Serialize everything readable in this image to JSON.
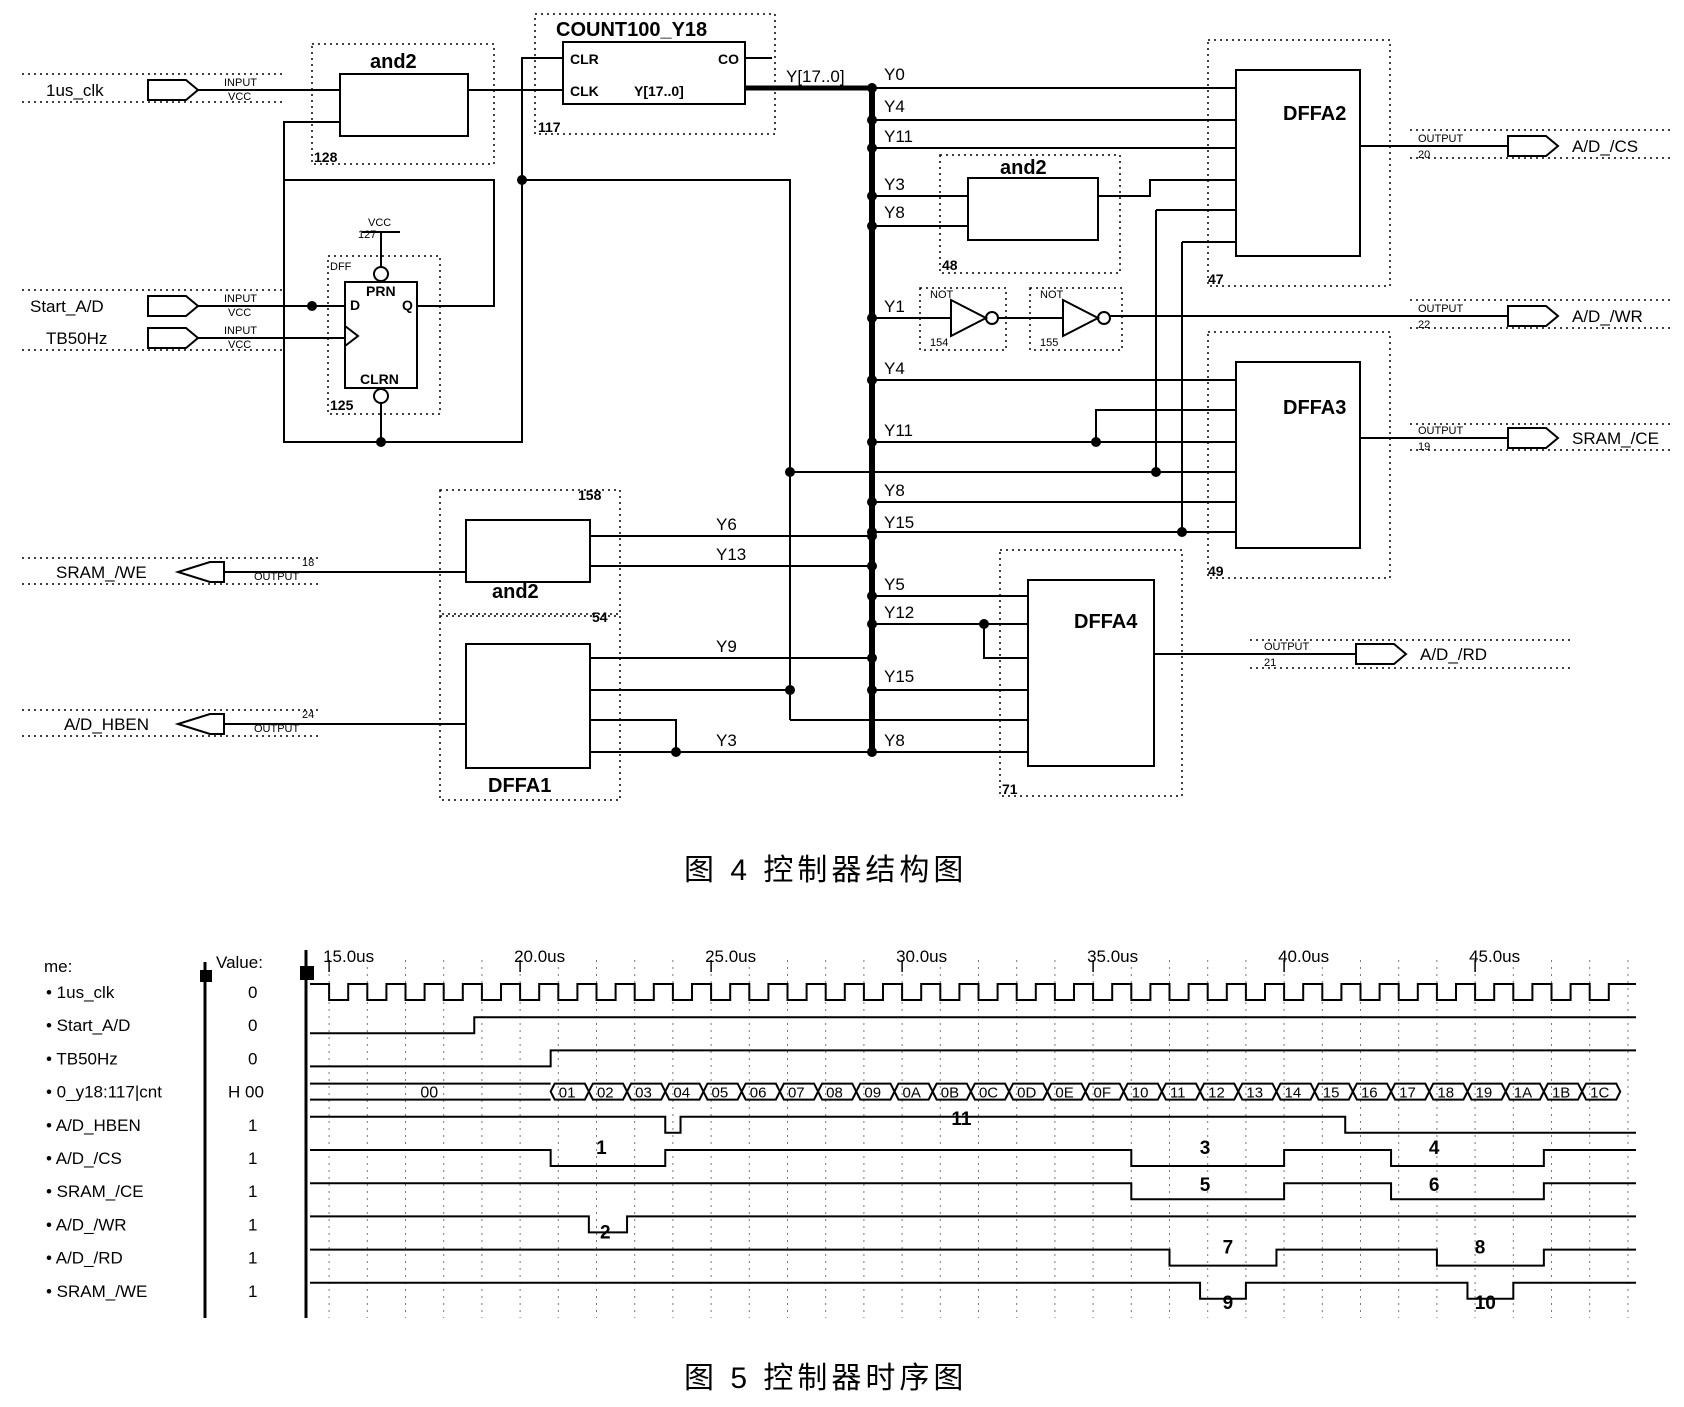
{
  "figure4": {
    "caption": "图 4   控制器结构图",
    "inputs": {
      "clk": "1us_clk",
      "start": "Start_A/D",
      "tb": "TB50Hz"
    },
    "input_tag": "INPUT",
    "vcc": "VCC",
    "output_tag": "OUTPUT",
    "outputs": {
      "we": "SRAM_/WE",
      "hben": "A/D_HBEN",
      "cs": "A/D_/CS",
      "wr": "A/D_/WR",
      "ce": "SRAM_/CE",
      "rd": "A/D_/RD"
    },
    "pin_numbers": {
      "we": "18",
      "hben": "24",
      "cs": "20",
      "wr": "22",
      "ce": "19",
      "rd": "21"
    },
    "and2_label": "and2",
    "counter_name": "COUNT100_Y18",
    "counter_pins": {
      "clr": "CLR",
      "clk": "CLK",
      "co": "CO",
      "y": "Y[17..0]"
    },
    "bus_label": "Y[17..0]",
    "dff_label": "DFF",
    "dff_pins": {
      "prn": "PRN",
      "clrn": "CLRN",
      "d": "D",
      "q": "Q"
    },
    "not_label": "NOT",
    "blocks": {
      "dffa1": "DFFA1",
      "dffa2": "DFFA2",
      "dffa3": "DFFA3",
      "dffa4": "DFFA4"
    },
    "ids": {
      "and_top": "128",
      "counter": "117",
      "dff": "125",
      "vcc": "127",
      "and_mid": "48",
      "dffa2": "47",
      "not1": "154",
      "not2": "155",
      "dffa3": "49",
      "and_bot": "158",
      "dffa1": "54",
      "dffa4": "71"
    },
    "taps": {
      "y0": "Y0",
      "y4a": "Y4",
      "y11a": "Y11",
      "y3a": "Y3",
      "y8a": "Y8",
      "y1": "Y1",
      "y4b": "Y4",
      "y11b": "Y11",
      "y8b": "Y8",
      "y15a": "Y15",
      "y6": "Y6",
      "y13": "Y13",
      "y5": "Y5",
      "y12": "Y12",
      "y9": "Y9",
      "y15b": "Y15",
      "y3b": "Y3",
      "y8c": "Y8"
    }
  },
  "figure5": {
    "caption": "图 5   控制器时序图",
    "header_name": "me:",
    "header_value": "Value:",
    "time_labels": [
      "15.0us",
      "20.0us",
      "25.0us",
      "30.0us",
      "35.0us",
      "40.0us",
      "45.0us"
    ],
    "signals": [
      {
        "name": "1us_clk",
        "value": "0"
      },
      {
        "name": "Start_A/D",
        "value": "0"
      },
      {
        "name": "TB50Hz",
        "value": "0"
      },
      {
        "name": "0_y18:117|cnt",
        "value": "H 00"
      },
      {
        "name": "A/D_HBEN",
        "value": "1"
      },
      {
        "name": "A/D_/CS",
        "value": "1"
      },
      {
        "name": "SRAM_/CE",
        "value": "1"
      },
      {
        "name": "A/D_/WR",
        "value": "1"
      },
      {
        "name": "A/D_/RD",
        "value": "1"
      },
      {
        "name": "SRAM_/WE",
        "value": "1"
      }
    ],
    "counter_values": [
      "00",
      "01",
      "02",
      "03",
      "04",
      "05",
      "06",
      "07",
      "08",
      "09",
      "0A",
      "0B",
      "0C",
      "0D",
      "0E",
      "0F",
      "10",
      "11",
      "12",
      "13",
      "14",
      "15",
      "16",
      "17",
      "18",
      "19",
      "1A",
      "1B",
      "1C"
    ],
    "markers": [
      "1",
      "2",
      "3",
      "4",
      "5",
      "6",
      "7",
      "8",
      "9",
      "10",
      "11"
    ]
  }
}
